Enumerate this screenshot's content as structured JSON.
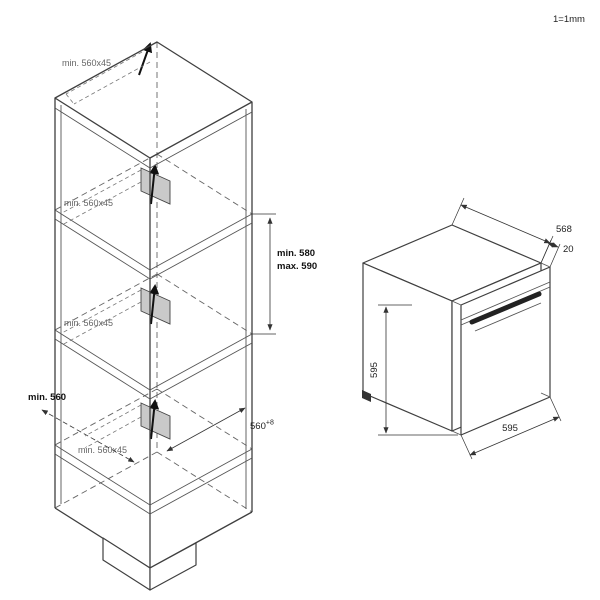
{
  "scale_note": "1=1mm",
  "cabinet": {
    "vent_top": "min. 560x45",
    "vent_upper": "min. 560x45",
    "vent_middle": "min. 560x45",
    "vent_lower": "min. 560x45",
    "niche_height_min": "min. 580",
    "niche_height_max": "max. 590",
    "depth": "min. 560",
    "niche_width": "560",
    "niche_width_tol": "+8"
  },
  "oven": {
    "depth": "568",
    "door_overhang": "20",
    "height": "595",
    "width": "595"
  },
  "icons": {
    "airflow_arrow": "up-arrow"
  }
}
